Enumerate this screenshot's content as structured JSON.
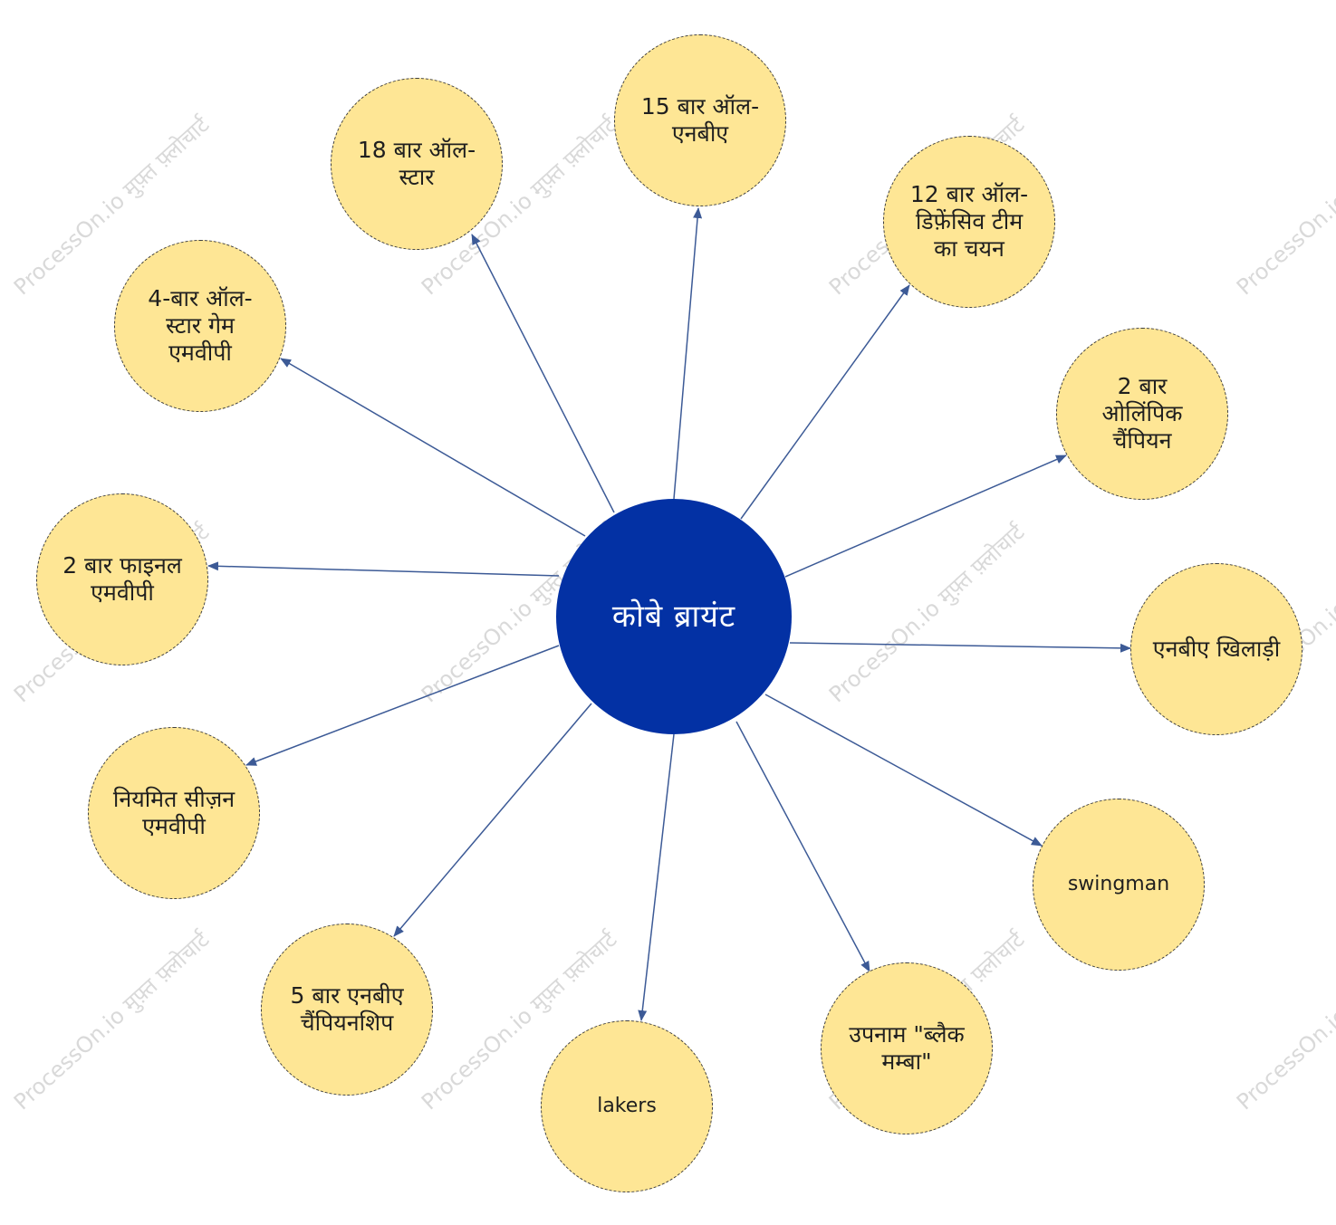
{
  "watermark_text": "ProcessOn.io मुफ़्त फ़्लोचार्ट",
  "colors": {
    "center_fill": "#0331a4",
    "leaf_fill": "#fee695",
    "leaf_border": "#3d3d3d",
    "edge": "#3c5a96"
  },
  "center": {
    "label": "कोबे ब्रायंट"
  },
  "leaves": [
    {
      "id": "18-all-star",
      "label": "18 बार ऑल-स्टार"
    },
    {
      "id": "15-all-nba",
      "label": "15 बार ऑल-एनबीए"
    },
    {
      "id": "12-all-defensive",
      "label": "12 बार ऑल-डिफ़ेंसिव टीम का चयन"
    },
    {
      "id": "4-all-star-mvp",
      "label": "4-बार ऑल-स्टार गेम एमवीपी"
    },
    {
      "id": "2-olympic",
      "label": "2 बार ओलिंपिक चैंपियन"
    },
    {
      "id": "2-finals-mvp",
      "label": "2 बार फाइनल एमवीपी"
    },
    {
      "id": "nba-player",
      "label": "एनबीए खिलाड़ी"
    },
    {
      "id": "regular-season-mvp",
      "label": "नियमित सीज़न एमवीपी"
    },
    {
      "id": "swingman",
      "label": "swingman"
    },
    {
      "id": "5-championships",
      "label": "5 बार एनबीए चैंपियनशिप"
    },
    {
      "id": "black-mamba",
      "label": "उपनाम \"ब्लैक मम्बा\""
    },
    {
      "id": "lakers",
      "label": "lakers"
    }
  ]
}
